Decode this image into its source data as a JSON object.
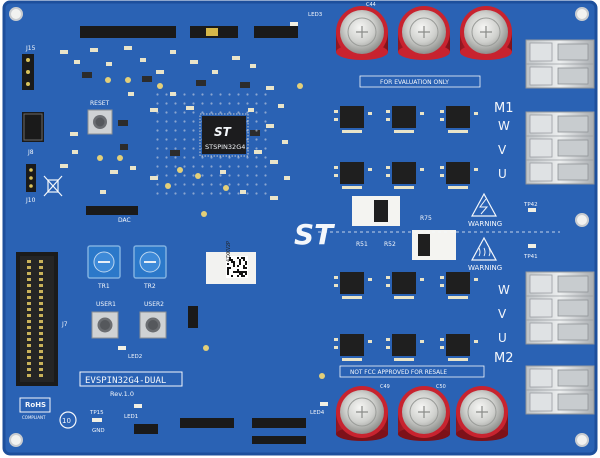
{
  "board": {
    "chip_logo": "ST",
    "chip_part": "STSPIN32G4",
    "main_logo": "ST",
    "board_name": "EVSPIN32G4-DUAL",
    "revision": "Rev.1.0",
    "eval_note": "FOR EVALUATION ONLY",
    "fcc_note": "NOT FCC APPROVED FOR RESALE",
    "motor1": "M1",
    "motor2": "M2",
    "phase_w": "W",
    "phase_v": "V",
    "phase_u": "U",
    "warning_text": "WARNING",
    "reset_label": "RESET",
    "user1_label": "USER1",
    "user2_label": "USER2",
    "tr1_label": "TR1",
    "tr2_label": "TR2",
    "rohs": "RoHS",
    "rohs_sub": "COMPLIANT",
    "tp15": "TP15",
    "tp42": "TP42",
    "tp41": "TP41",
    "led1": "LED1",
    "led2": "LED2",
    "led3": "LED3",
    "led4": "LED4",
    "j7": "J7",
    "j8": "J8",
    "j10": "J10",
    "j15": "J15",
    "gnd": "GND",
    "sticker_text": "4ZXKV2P",
    "r75": "R75",
    "r51": "R51",
    "r52": "R52",
    "ten_mark": "10",
    "dac": "DAC",
    "cap_label_1": "C44",
    "cap_label_2": "C49",
    "cap_label_3": "C50"
  },
  "colors": {
    "pcb": "#2a62b4",
    "pcb_dark": "#1d4f9c",
    "silkscreen": "#f4f7fb",
    "capacitor": "#c8232f",
    "terminal": "#d9dcde",
    "pad": "#e9e4c9",
    "chip": "#1c1c1e",
    "trimmer": "#2b78c9"
  }
}
